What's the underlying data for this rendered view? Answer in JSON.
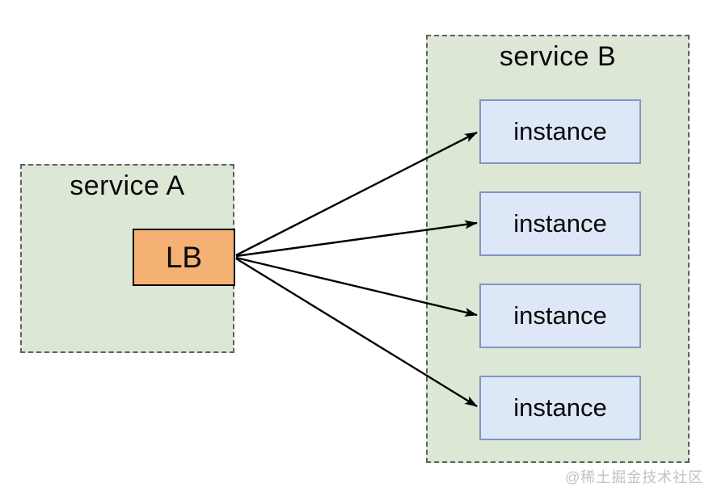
{
  "diagram": {
    "service_a": {
      "title": "service A",
      "lb": {
        "label": "LB"
      }
    },
    "service_b": {
      "title": "service B",
      "instances": [
        {
          "label": "instance"
        },
        {
          "label": "instance"
        },
        {
          "label": "instance"
        },
        {
          "label": "instance"
        }
      ]
    },
    "arrows": [
      {
        "from": "LB",
        "to": "instance-1"
      },
      {
        "from": "LB",
        "to": "instance-2"
      },
      {
        "from": "LB",
        "to": "instance-3"
      },
      {
        "from": "LB",
        "to": "instance-4"
      }
    ],
    "watermark": "@稀土掘金技术社区",
    "colors": {
      "background": "#ffffff",
      "service_container_fill": "#dce8d5",
      "service_container_border": "#606060",
      "lb_fill": "#f4b173",
      "lb_border": "#000000",
      "instance_fill": "#dde7f8",
      "instance_border": "#8096c0",
      "arrow": "#000000",
      "label_text": "#0a0a0a",
      "watermark_text": "#c2c2c2"
    }
  }
}
